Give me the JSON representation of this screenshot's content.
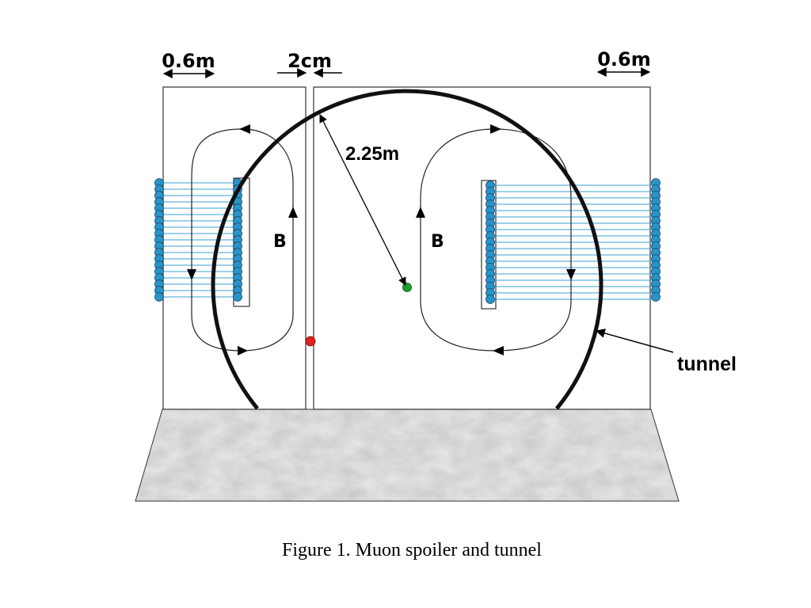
{
  "labels": {
    "left_width": "0.6m",
    "gap": "2cm",
    "right_width": "0.6m",
    "radius": "2.25m",
    "field_left": "B",
    "field_right": "B",
    "tunnel": "tunnel"
  },
  "caption": "Figure 1. Muon spoiler and tunnel",
  "colors": {
    "coil": "#2a93c8",
    "winding_line": "#3aa0d0",
    "center_dot": "#1e9e2a",
    "marker_dot": "#e02020",
    "ground": "#d8d8d8"
  },
  "icons": {
    "coil_marker": "circle",
    "center_marker": "green-dot",
    "position_marker": "red-dot"
  }
}
